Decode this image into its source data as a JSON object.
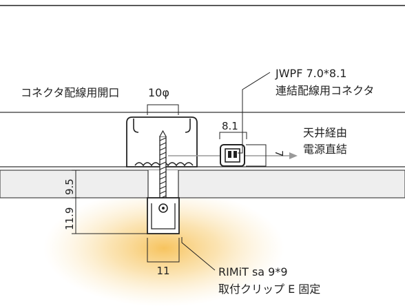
{
  "labels": {
    "connector_opening": "コネクタ配線用開口",
    "opening_diameter": "10φ",
    "connector_model": "JWPF 7.0*8.1",
    "connector_desc": "連結配線用コネクタ",
    "ceiling_route_1": "天井経由",
    "ceiling_route_2": "電源直結",
    "product_model": "RIMiT sa 9*9",
    "product_desc": "取付クリップ E 固定"
  },
  "dimensions": {
    "connector_width": "8.1",
    "connector_height": "7",
    "board_thickness": "9.5",
    "fixture_height": "11.9",
    "fixture_width": "11"
  },
  "colors": {
    "line": "#222222",
    "board_fill": "#eeeeee",
    "arrow": "#999999",
    "glow": "#f7c35a"
  }
}
